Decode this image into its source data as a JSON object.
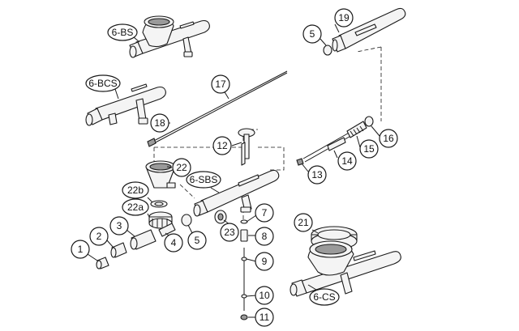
{
  "callouts": [
    {
      "id": "1",
      "label": "1"
    },
    {
      "id": "2",
      "label": "2"
    },
    {
      "id": "3",
      "label": "3"
    },
    {
      "id": "4",
      "label": "4"
    },
    {
      "id": "5a",
      "label": "5"
    },
    {
      "id": "5b",
      "label": "5"
    },
    {
      "id": "6-BS",
      "label": "6-BS"
    },
    {
      "id": "6-BCS",
      "label": "6-BCS"
    },
    {
      "id": "6-SBS",
      "label": "6-SBS"
    },
    {
      "id": "6-CS",
      "label": "6-CS"
    },
    {
      "id": "7",
      "label": "7"
    },
    {
      "id": "8",
      "label": "8"
    },
    {
      "id": "9",
      "label": "9"
    },
    {
      "id": "10",
      "label": "10"
    },
    {
      "id": "11",
      "label": "11"
    },
    {
      "id": "12",
      "label": "12"
    },
    {
      "id": "13",
      "label": "13"
    },
    {
      "id": "14",
      "label": "14"
    },
    {
      "id": "15",
      "label": "15"
    },
    {
      "id": "16",
      "label": "16"
    },
    {
      "id": "17",
      "label": "17"
    },
    {
      "id": "18",
      "label": "18"
    },
    {
      "id": "19",
      "label": "19"
    },
    {
      "id": "21",
      "label": "21"
    },
    {
      "id": "22",
      "label": "22"
    },
    {
      "id": "22a",
      "label": "22a"
    },
    {
      "id": "22b",
      "label": "22b"
    },
    {
      "id": "23",
      "label": "23"
    }
  ]
}
